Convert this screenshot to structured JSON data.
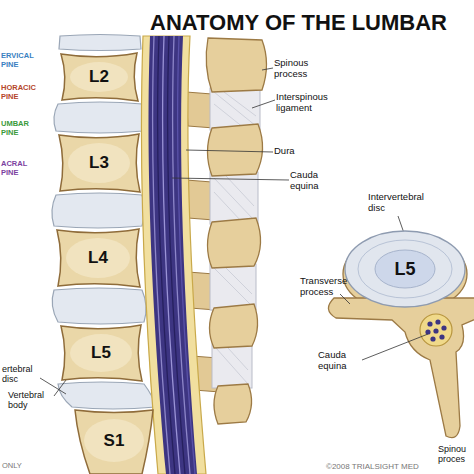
{
  "diagram": {
    "title": "ANATOMY OF THE LUMBAR",
    "nodes": [
      {
        "text": [
          "L2"
        ]
      },
      {
        "text": [
          "L3"
        ]
      },
      {
        "text": [
          "L4"
        ]
      },
      {
        "text": [
          "L5"
        ]
      },
      {
        "text": [
          "S1"
        ]
      },
      {
        "text": [
          "L5"
        ]
      }
    ],
    "labels": [
      "ERVICAL PINE",
      "HORACIC PINE",
      "UMBAR PINE",
      "ACRAL PINE",
      "ertebral disc",
      "Vertebral body",
      "Spinous process",
      "Interspinous ligament",
      "Dura",
      "Cauda equina",
      "Intervertebral disc",
      "Transverse process",
      "Cauda equina",
      "Spinou proces",
      "ONLY",
      "©2008 TRIALSIGHT MED"
    ]
  }
}
